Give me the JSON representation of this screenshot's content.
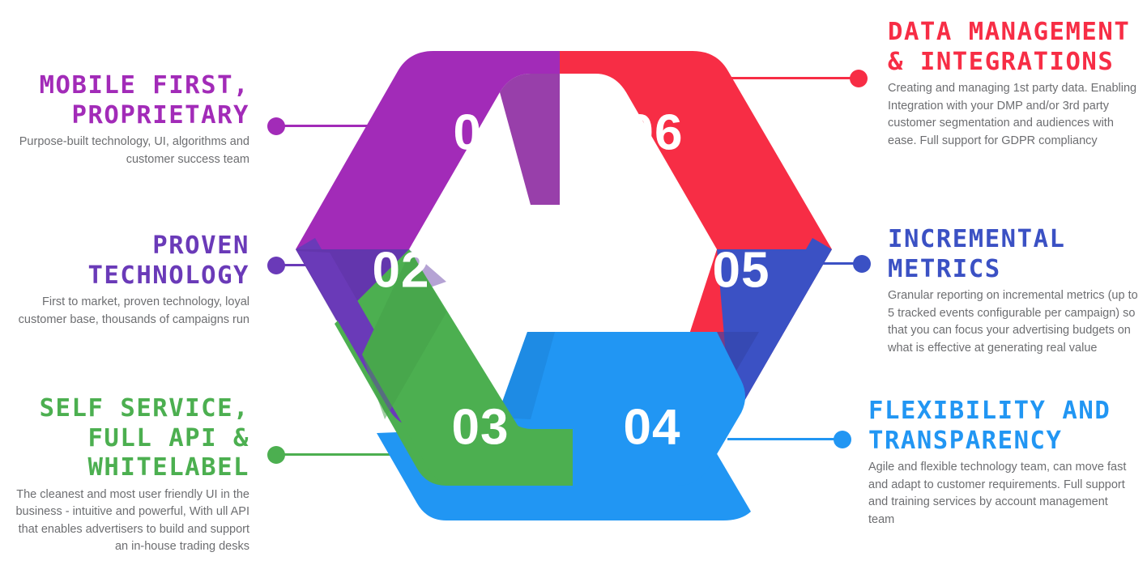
{
  "diagram": {
    "type": "hexagonal-ribbon-infographic",
    "segments": [
      {
        "id": "01",
        "number": "01",
        "color": "#A22BB8",
        "shade": "#8D2AA1"
      },
      {
        "id": "02",
        "number": "02",
        "color": "#6A3AB8",
        "shade": "#5B32A0"
      },
      {
        "id": "03",
        "number": "03",
        "color": "#4CAF50",
        "shade": "#43A047"
      },
      {
        "id": "04",
        "number": "04",
        "color": "#2196F3",
        "shade": "#1C84DA"
      },
      {
        "id": "05",
        "number": "05",
        "color": "#3B51C4",
        "shade": "#3445AB"
      },
      {
        "id": "06",
        "number": "06",
        "color": "#F72D45",
        "shade": "#DE2A3E"
      }
    ]
  },
  "callouts": {
    "mobile_first": {
      "title": "MOBILE FIRST, PROPRIETARY",
      "body": "Purpose-built technology, UI, algorithms and customer success team",
      "color": "#A22BB8",
      "side": "left",
      "segment": "01"
    },
    "proven_technology": {
      "title": "PROVEN TECHNOLOGY",
      "body": "First to market, proven technology, loyal customer base, thousands of campaigns run",
      "color": "#6A3AB8",
      "side": "left",
      "segment": "02"
    },
    "self_service": {
      "title": "SELF SERVICE, FULL API & WHITELABEL",
      "body": "The cleanest and most user friendly UI in the business - intuitive and powerful, With  ull API that enables advertisers  to build and support an in-house trading desks",
      "color": "#4CAF50",
      "side": "left",
      "segment": "03"
    },
    "flexibility": {
      "title": "FLEXIBILITY AND TRANSPARENCY",
      "body": "Agile and flexible technology team, can move fast and adapt to customer requirements. Full support and training services by account management team",
      "color": "#2196F3",
      "side": "right",
      "segment": "04"
    },
    "incremental_metrics": {
      "title": "INCREMENTAL METRICS",
      "body": "Granular reporting on incremental metrics (up to 5 tracked events configurable per campaign) so that you can focus your advertising budgets on what is effective at generating real value",
      "color": "#3B51C4",
      "side": "right",
      "segment": "05"
    },
    "data_management": {
      "title": "DATA MANAGEMENT & INTEGRATIONS",
      "body": "Creating and managing 1st party data. Enabling Integration with your DMP and/or 3rd party customer segmentation and audiences with ease. Full support for GDPR compliancy",
      "color": "#F72D45",
      "side": "right",
      "segment": "06"
    }
  }
}
